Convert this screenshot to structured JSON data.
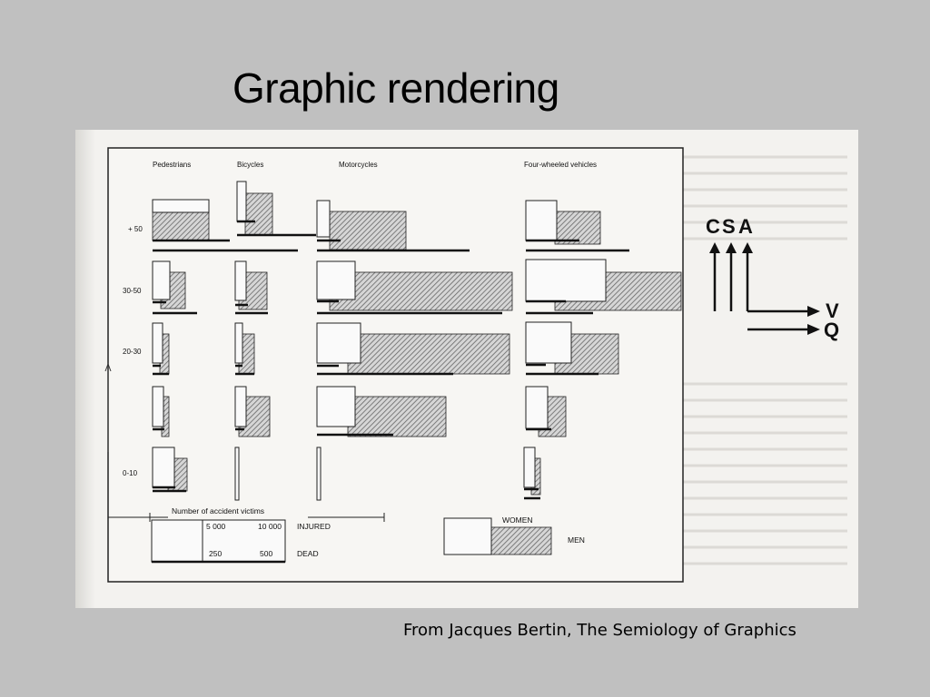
{
  "slide": {
    "title": "Graphic rendering",
    "caption": "From Jacques Bertin, The Semiology of Graphics"
  },
  "figure": {
    "columns": [
      {
        "key": "pedestrians",
        "label": "Pedestrians"
      },
      {
        "key": "bicycles",
        "label": "Bicycles"
      },
      {
        "key": "motorcycles",
        "label": "Motorcycles"
      },
      {
        "key": "fourwheeled",
        "label": "Four-wheeled vehicles"
      }
    ],
    "rows": [
      "+ 50",
      "30-50",
      "20-30",
      "",
      "0-10"
    ],
    "legend": {
      "title": "Number of accident victims",
      "injured_label": "INJURED",
      "dead_label": "DEAD",
      "injured_values": [
        "5 000",
        "10 000"
      ],
      "dead_values": [
        "250",
        "500"
      ],
      "women_label": "WOMEN",
      "men_label": "MEN"
    },
    "csa_annotation": {
      "letters": [
        "C",
        "S",
        "A"
      ],
      "v_label": "V",
      "q_label": "Q"
    },
    "colors": {
      "page_background": "#c0c0c0",
      "paper": "#f3f2ef",
      "ink": "#111111",
      "hatch": "#777777"
    }
  }
}
